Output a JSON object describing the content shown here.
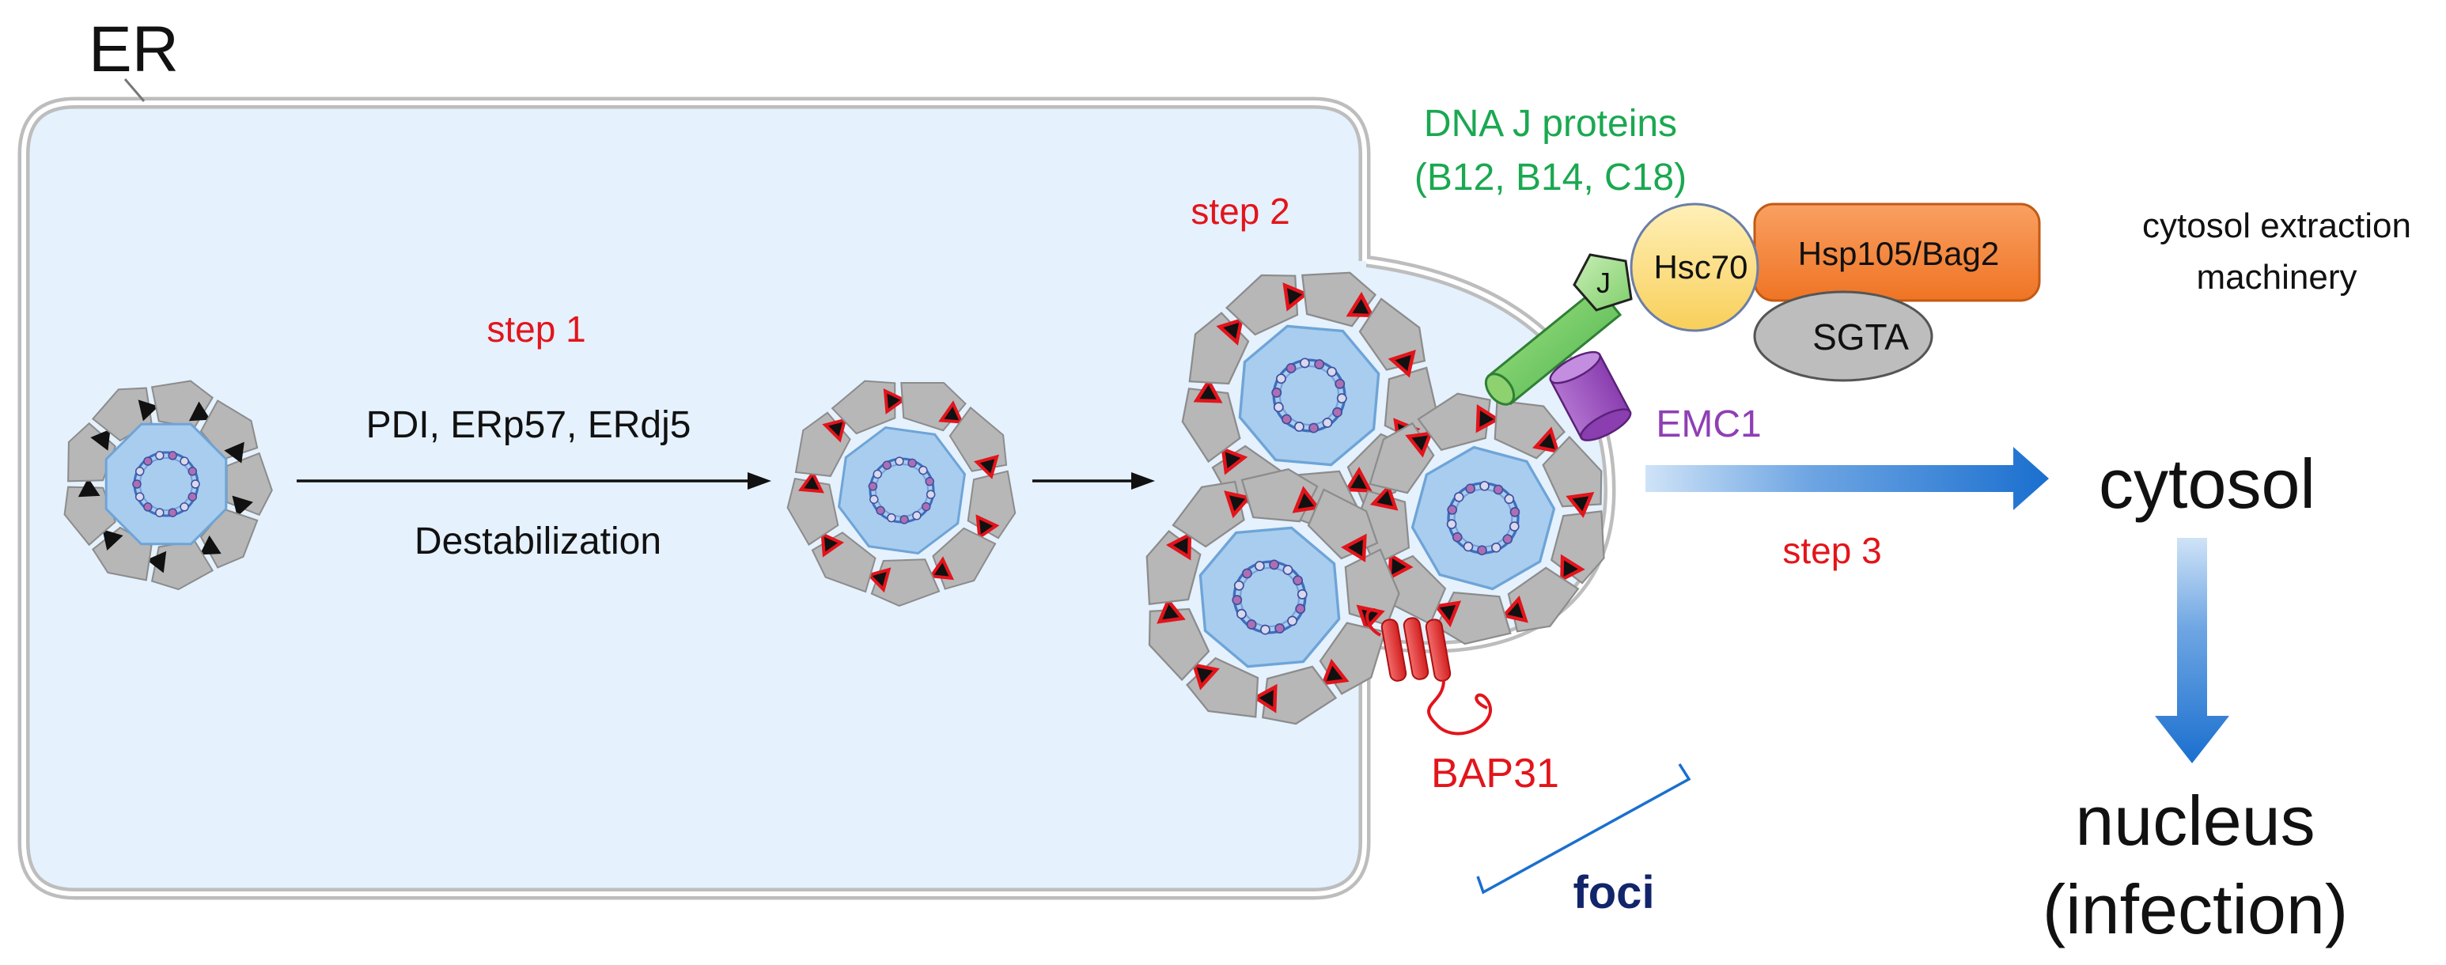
{
  "labels": {
    "er": "ER",
    "step1": "step 1",
    "step2": "step 2",
    "step3": "step 3",
    "step1_enzymes": "PDI, ERp57, ERdj5",
    "step1_process": "Destabilization",
    "dnaj_line1": "DNA J proteins",
    "dnaj_line2": "(B12, B14, C18)",
    "j": "J",
    "hsc70": "Hsc70",
    "hsp105": "Hsp105/Bag2",
    "sgta": "SGTA",
    "cytosol_machinery_line1": "cytosol extraction",
    "cytosol_machinery_line2": "machinery",
    "emc1": "EMC1",
    "cytosol": "cytosol",
    "bap31": "BAP31",
    "foci": "foci",
    "nucleus_line1": "nucleus",
    "nucleus_line2": "(infection)"
  },
  "colors": {
    "step_red": "#e3141b",
    "dnaj_green": "#1aa851",
    "emc1_purple": "#8f3fb4",
    "foci_navy": "#12256b",
    "arrow_blue": "#1a6fcf",
    "er_fill": "#e5f1fc",
    "hsp105_orange": "#f6883f",
    "hsc70_yellow": "#fde08a",
    "sgta_gray": "#bdbdbd"
  },
  "virions": [
    {
      "id": "virion-native",
      "state": "native"
    },
    {
      "id": "virion-destabilized",
      "state": "destabilized"
    },
    {
      "id": "virion-foci-1",
      "state": "destabilized"
    },
    {
      "id": "virion-foci-2",
      "state": "destabilized"
    },
    {
      "id": "virion-foci-3",
      "state": "destabilized"
    }
  ]
}
